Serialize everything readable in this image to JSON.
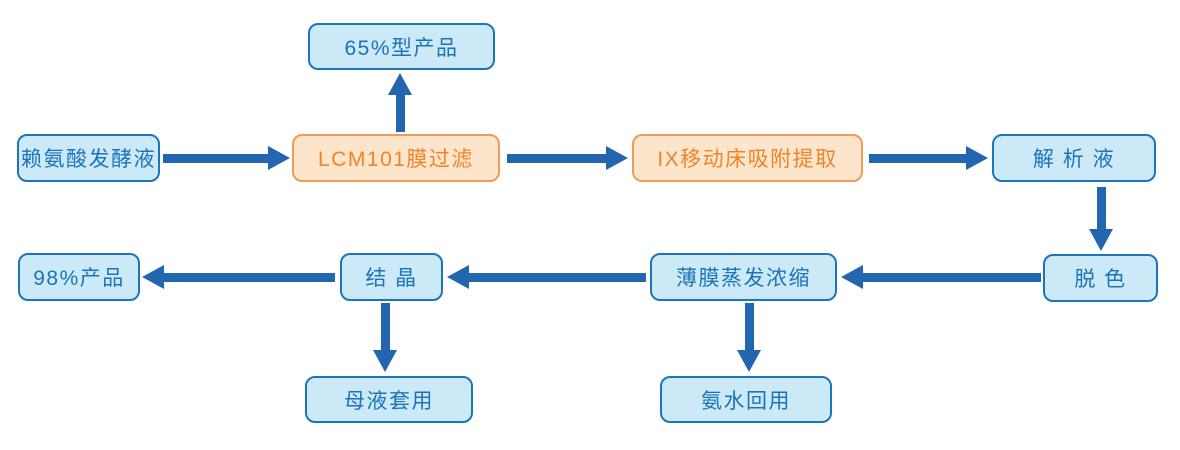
{
  "diagram": {
    "type": "flowchart",
    "description": "Lysine production process flow diagram",
    "nodes": [
      {
        "id": "fermentation_broth",
        "label": "赖氨酸发酵液",
        "type": "stream"
      },
      {
        "id": "product_65",
        "label": "65%型产品",
        "type": "stream"
      },
      {
        "id": "lcm101_filtration",
        "label": "LCM101膜过滤",
        "type": "process"
      },
      {
        "id": "ix_adsorption",
        "label": "IX移动床吸附提取",
        "type": "process"
      },
      {
        "id": "eluate",
        "label": "解 析 液",
        "type": "stream"
      },
      {
        "id": "decolorization",
        "label": "脱  色",
        "type": "stream"
      },
      {
        "id": "thin_film_evaporation",
        "label": "薄膜蒸发浓缩",
        "type": "stream"
      },
      {
        "id": "crystallization",
        "label": "结  晶",
        "type": "stream"
      },
      {
        "id": "product_98",
        "label": "98%产品",
        "type": "stream"
      },
      {
        "id": "mother_liquor_reuse",
        "label": "母液套用",
        "type": "stream"
      },
      {
        "id": "ammonia_water_recycle",
        "label": "氨水回用",
        "type": "stream"
      }
    ],
    "edges": [
      {
        "from": "fermentation_broth",
        "to": "lcm101_filtration",
        "direction": "right"
      },
      {
        "from": "lcm101_filtration",
        "to": "product_65",
        "direction": "up"
      },
      {
        "from": "lcm101_filtration",
        "to": "ix_adsorption",
        "direction": "right"
      },
      {
        "from": "ix_adsorption",
        "to": "eluate",
        "direction": "right"
      },
      {
        "from": "eluate",
        "to": "decolorization",
        "direction": "down"
      },
      {
        "from": "decolorization",
        "to": "thin_film_evaporation",
        "direction": "left"
      },
      {
        "from": "thin_film_evaporation",
        "to": "crystallization",
        "direction": "left"
      },
      {
        "from": "crystallization",
        "to": "product_98",
        "direction": "left"
      },
      {
        "from": "crystallization",
        "to": "mother_liquor_reuse",
        "direction": "down"
      },
      {
        "from": "thin_film_evaporation",
        "to": "ammonia_water_recycle",
        "direction": "down"
      }
    ],
    "colors": {
      "stream_fill": "#CCE9F7",
      "stream_border": "#1C75BB",
      "stream_text": "#1B74BA",
      "process_fill": "#FCE5CA",
      "process_border": "#F09C55",
      "process_text": "#F08428",
      "arrow": "#2166AE",
      "background": "#FFFFFF"
    }
  }
}
